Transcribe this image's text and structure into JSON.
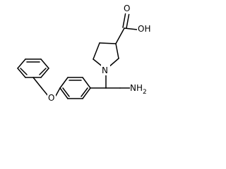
{
  "molecule": {
    "atom_labels": {
      "carboxyl_oh": "OH",
      "carbonyl_o": "O",
      "pyrrolidine_n": "N",
      "amine": "NH",
      "amine_subscript": "2",
      "ether_o": "O"
    },
    "colors": {
      "bond": "#000000",
      "label": "#000000",
      "background": "#ffffff"
    }
  }
}
